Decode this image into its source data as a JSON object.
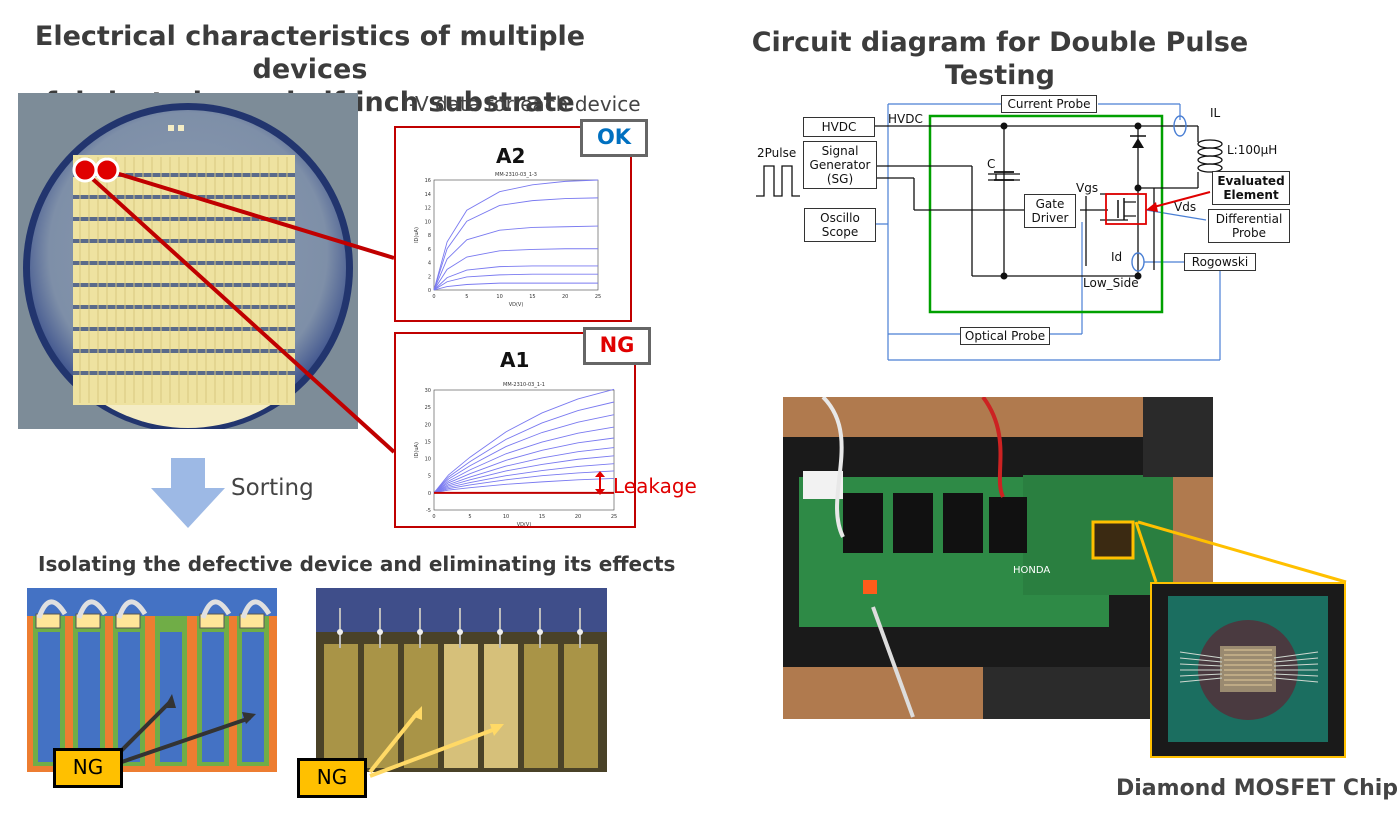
{
  "left": {
    "title_line1": "Electrical characteristics of multiple devices",
    "title_line2": "fabricated on a half-inch substrate",
    "iv_caption": "I-V data for each device",
    "device_a2": {
      "name": "A2",
      "status": "OK",
      "status_color": "#0070c0"
    },
    "device_a1": {
      "name": "A1",
      "status": "NG",
      "status_color": "#e00000",
      "leakage_label": "Leakage"
    },
    "sorting_label": "Sorting",
    "isolating_label": "Isolating the defective device and eliminating its effects",
    "ng_label_1": "NG",
    "ng_label_2": "NG",
    "accent_red": "#c00000",
    "arrow_blue": "#9db9e5",
    "ng_fill": "#ffc000"
  },
  "right": {
    "title": "Circuit diagram for Double Pulse Testing",
    "chip_caption": "Diamond MOSFET Chip",
    "circuit": {
      "current_probe": "Current Probe",
      "hvdc_box": "HVDC",
      "hvdc_line": "HVDC",
      "il": "IL",
      "inductor": "L:100μH",
      "pulse": "2Pulse",
      "sg_line1": "Signal",
      "sg_line2": "Generator",
      "sg_line3": "(SG)",
      "cap": "C",
      "vgs": "Vgs",
      "vds": "Vds",
      "evaluated_line1": "Evaluated",
      "evaluated_line2": "Element",
      "oscillo_line1": "Oscillo",
      "oscillo_line2": "Scope",
      "gate_line1": "Gate",
      "gate_line2": "Driver",
      "diff_line1": "Differential",
      "diff_line2": "Probe",
      "id": "Id",
      "rogowski": "Rogowski",
      "low_side": "Low_Side",
      "optical_probe": "Optical Probe",
      "board_green": "#00a000",
      "probe_blue": "#4a7fd4"
    },
    "photo": {
      "board_brand": "HONDA"
    }
  },
  "chart_data": [
    {
      "type": "line",
      "title": "MM-2310-03_1-3",
      "xlabel": "VD(V)",
      "ylabel": "ID(uA)",
      "xlim": [
        0,
        25
      ],
      "ylim": [
        0,
        16
      ],
      "xticks": [
        0,
        5,
        10,
        15,
        20,
        25
      ],
      "yticks": [
        0,
        2,
        4,
        6,
        8,
        10,
        12,
        14,
        16
      ],
      "series": [
        {
          "x": [
            0,
            2,
            5,
            10,
            15,
            20,
            25
          ],
          "y": [
            0,
            0.5,
            0.8,
            1.0,
            1.0,
            1.0,
            1.0
          ]
        },
        {
          "x": [
            0,
            2,
            5,
            10,
            15,
            20,
            25
          ],
          "y": [
            0,
            1.2,
            1.9,
            2.2,
            2.3,
            2.3,
            2.3
          ]
        },
        {
          "x": [
            0,
            2,
            5,
            10,
            15,
            20,
            25
          ],
          "y": [
            0,
            1.8,
            2.9,
            3.4,
            3.5,
            3.5,
            3.5
          ]
        },
        {
          "x": [
            0,
            2,
            5,
            10,
            15,
            20,
            25
          ],
          "y": [
            0,
            3.0,
            4.8,
            5.7,
            5.9,
            6.0,
            6.0
          ]
        },
        {
          "x": [
            0,
            2,
            5,
            10,
            15,
            20,
            25
          ],
          "y": [
            0,
            4.5,
            7.3,
            8.7,
            9.1,
            9.2,
            9.3
          ]
        },
        {
          "x": [
            0,
            2,
            5,
            10,
            15,
            20,
            25
          ],
          "y": [
            0,
            6.0,
            10.0,
            12.3,
            13.0,
            13.3,
            13.4
          ]
        },
        {
          "x": [
            0,
            2,
            5,
            10,
            15,
            20,
            25
          ],
          "y": [
            0,
            7.0,
            11.6,
            14.3,
            15.3,
            15.8,
            16.0
          ]
        }
      ]
    },
    {
      "type": "line",
      "title": "MM-2310-03_1-1",
      "xlabel": "VD(V)",
      "ylabel": "ID(uA)",
      "xlim": [
        0,
        25
      ],
      "ylim": [
        -5,
        30
      ],
      "xticks": [
        0,
        5,
        10,
        15,
        20,
        25
      ],
      "yticks": [
        -5,
        0,
        5,
        10,
        15,
        20,
        25,
        30
      ],
      "series": [
        {
          "x": [
            0,
            2,
            5,
            10,
            15,
            20,
            25
          ],
          "y": [
            0,
            0.8,
            1.5,
            2.5,
            3.2,
            3.8,
            4.2
          ]
        },
        {
          "x": [
            0,
            2,
            5,
            10,
            15,
            20,
            25
          ],
          "y": [
            0,
            1.2,
            2.3,
            3.8,
            5.0,
            5.8,
            6.4
          ]
        },
        {
          "x": [
            0,
            2,
            5,
            10,
            15,
            20,
            25
          ],
          "y": [
            0,
            1.6,
            3.0,
            5.0,
            6.5,
            7.7,
            8.5
          ]
        },
        {
          "x": [
            0,
            2,
            5,
            10,
            15,
            20,
            25
          ],
          "y": [
            0,
            2.0,
            3.8,
            6.4,
            8.3,
            9.8,
            10.8
          ]
        },
        {
          "x": [
            0,
            2,
            5,
            10,
            15,
            20,
            25
          ],
          "y": [
            0,
            2.4,
            4.6,
            7.8,
            10.2,
            12.0,
            13.2
          ]
        },
        {
          "x": [
            0,
            2,
            5,
            10,
            15,
            20,
            25
          ],
          "y": [
            0,
            2.9,
            5.6,
            9.5,
            12.4,
            14.6,
            16.0
          ]
        },
        {
          "x": [
            0,
            2,
            5,
            10,
            15,
            20,
            25
          ],
          "y": [
            0,
            3.4,
            6.7,
            11.4,
            14.8,
            17.4,
            19.2
          ]
        },
        {
          "x": [
            0,
            2,
            5,
            10,
            15,
            20,
            25
          ],
          "y": [
            0,
            4.0,
            7.9,
            13.5,
            17.6,
            20.6,
            22.8
          ]
        },
        {
          "x": [
            0,
            2,
            5,
            10,
            15,
            20,
            25
          ],
          "y": [
            0,
            4.6,
            9.1,
            15.6,
            20.4,
            24.0,
            26.5
          ]
        },
        {
          "x": [
            0,
            2,
            5,
            10,
            15,
            20,
            25
          ],
          "y": [
            0,
            5.2,
            10.4,
            17.8,
            23.3,
            27.4,
            30.2
          ]
        }
      ]
    }
  ]
}
